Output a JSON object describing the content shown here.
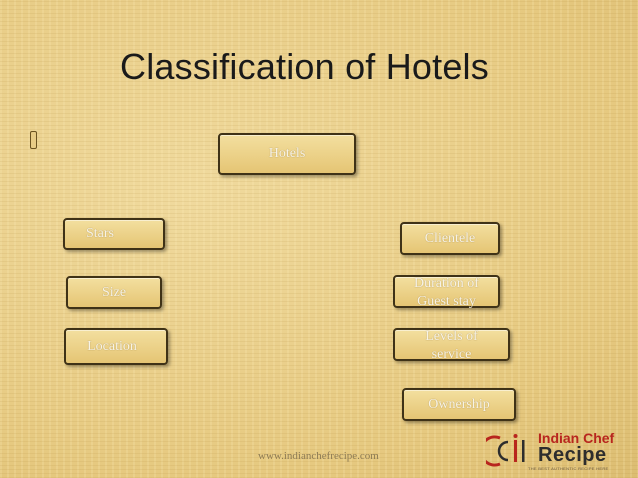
{
  "slide": {
    "title": "Classification of Hotels",
    "footer_url": "www.indianchefrecipe.com"
  },
  "diagram": {
    "root": "Hotels",
    "left_nodes": [
      "Stars",
      "Size",
      "Location"
    ],
    "right_nodes": [
      [
        "Clientele"
      ],
      [
        "Duration of",
        "Guest stay"
      ],
      [
        "Levels of",
        "service"
      ],
      [
        "Ownership"
      ]
    ]
  },
  "logo": {
    "line1": "Indian Chef",
    "line2": "Recipe",
    "tagline": "THE BEST AUTHENTIC RECIPE HERE",
    "colors": {
      "red": "#b8261e",
      "dark": "#2d2d2d"
    }
  }
}
